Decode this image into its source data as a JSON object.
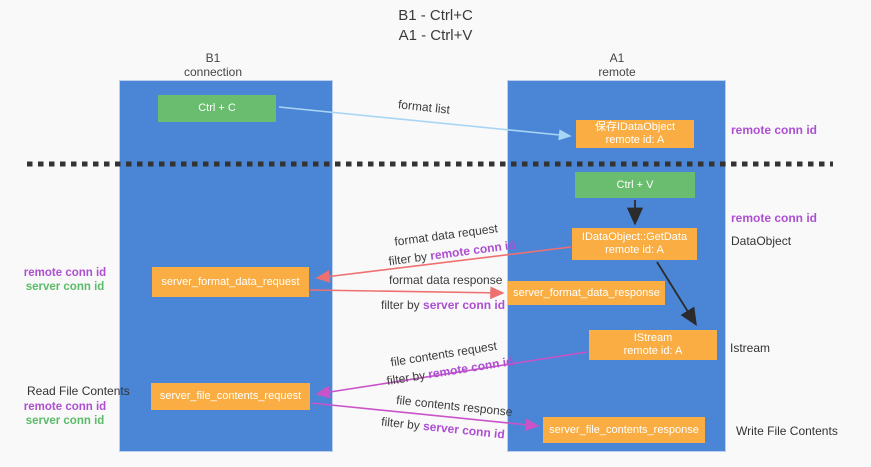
{
  "title": {
    "line1": "B1 - Ctrl+C",
    "line2": "A1 - Ctrl+V"
  },
  "columns": {
    "left": {
      "name": "B1",
      "role": "connection"
    },
    "right": {
      "name": "A1",
      "role": "remote"
    }
  },
  "nodes": {
    "ctrl_c": {
      "label": "Ctrl + C"
    },
    "save_idataobject": {
      "line1": "保存IDataObject",
      "line2": "remote id: A"
    },
    "ctrl_v": {
      "label": "Ctrl + V"
    },
    "getdata": {
      "line1": "IDataObject::GetData",
      "line2": "remote id: A"
    },
    "format_request": {
      "label": "server_format_data_request"
    },
    "format_response": {
      "label": "server_format_data_response"
    },
    "istream": {
      "line1": "IStream",
      "line2": "remote id: A"
    },
    "file_request": {
      "label": "server_file_contents_request"
    },
    "file_response": {
      "label": "server_file_contents_response"
    }
  },
  "edge_labels": {
    "format_list": "format list",
    "format_data_request": "format data request",
    "format_data_response": "format data response",
    "file_contents_request": "file contents request",
    "file_contents_response": "file contents response",
    "filter_by": "filter by ",
    "remote_conn_id": "remote conn id",
    "server_conn_id": "server conn id"
  },
  "annotations": {
    "right_remote_conn_id_1": "remote conn id",
    "right_remote_conn_id_2": "remote conn id",
    "dataobject": "DataObject",
    "istream": "Istream",
    "write_file_contents": "Write File Contents",
    "left_remote_conn_id_1": "remote conn id",
    "left_server_conn_id_1": "server conn id",
    "read_file_contents": "Read File Contents",
    "left_remote_conn_id_2": "remote conn id",
    "left_server_conn_id_2": "server conn id"
  },
  "colors": {
    "column_blue": "#4a85d6",
    "node_green": "#6abd6e",
    "node_orange": "#f9ad42",
    "purple_text": "#ae4fd2",
    "green_text": "#5bbb69",
    "arrow_red": "#ee7070",
    "arrow_magenta": "#ca53ca",
    "arrow_lightblue": "#a9d5f5",
    "arrow_black": "#2b2b2b",
    "dashed_line": "#333333"
  }
}
